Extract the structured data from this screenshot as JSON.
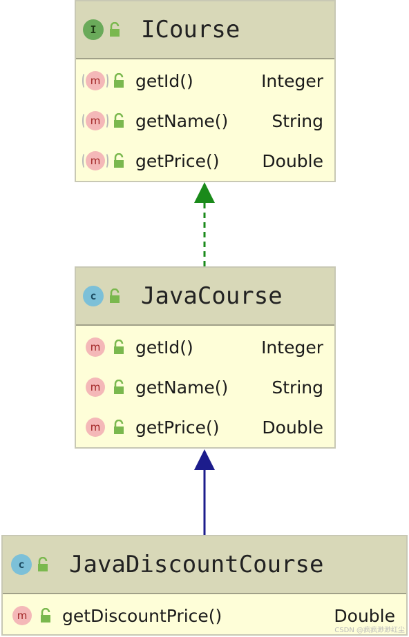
{
  "icons": {
    "interface_badge": "I",
    "class_badge": "c",
    "method_badge": "m"
  },
  "colors": {
    "header_bg": "#d8d8b8",
    "body_bg": "#fefed8",
    "implements_arrow": "#1a8a1a",
    "extends_arrow": "#1c1c8c",
    "interface_badge": "#6aaa5a",
    "class_badge": "#7cc0d8",
    "method_badge": "#f4b8b8",
    "lock": "#7ab84e"
  },
  "icourse": {
    "name": "ICourse",
    "methods": [
      {
        "name": "getId()",
        "type": "Integer"
      },
      {
        "name": "getName()",
        "type": "String"
      },
      {
        "name": "getPrice()",
        "type": "Double"
      }
    ]
  },
  "javacourse": {
    "name": "JavaCourse",
    "methods": [
      {
        "name": "getId()",
        "type": "Integer"
      },
      {
        "name": "getName()",
        "type": "String"
      },
      {
        "name": "getPrice()",
        "type": "Double"
      }
    ]
  },
  "javadiscountcourse": {
    "name": "JavaDiscountCourse",
    "methods": [
      {
        "name": "getDiscountPrice()",
        "type": "Double"
      }
    ]
  },
  "watermark": "CSDN @疯疯渺渺红尘"
}
